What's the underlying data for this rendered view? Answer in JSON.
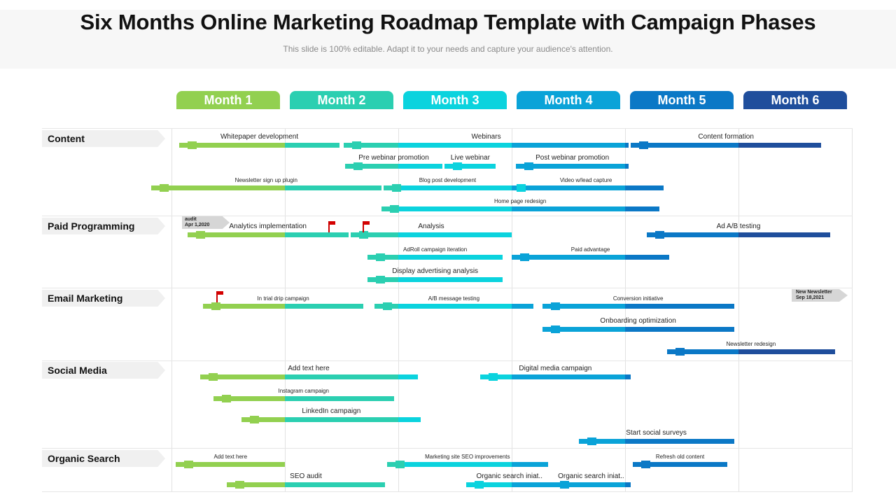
{
  "title": "Six Months Online Marketing Roadmap Template with Campaign Phases",
  "subtitle": "This slide is 100% editable. Adapt it to your needs and capture your audience's attention.",
  "colors": {
    "m1": "#92d050",
    "m2": "#2bcfb1",
    "m3": "#0bd3de",
    "m4": "#0aa3d8",
    "m5": "#0b78c6",
    "m6": "#1f4e9c"
  },
  "months": [
    "Month 1",
    "Month 2",
    "Month 3",
    "Month 4",
    "Month 5",
    "Month 6"
  ],
  "categories": [
    "Content",
    "Paid Programming",
    "Email Marketing",
    "Social Media",
    "Organic Search"
  ],
  "callouts": {
    "audit": {
      "line1": "audit",
      "line2": "Apr 1,2020"
    },
    "newsletter": {
      "line1": "New Newsletter",
      "line2": "Sep 18,2021"
    }
  },
  "tasks": [
    {
      "label": "Whitepaper development",
      "start": 0.07,
      "end": 1.48,
      "row": 0
    },
    {
      "label": "Webinars",
      "start": 1.52,
      "end": 4.03,
      "row": 0
    },
    {
      "label": "Content formation",
      "start": 4.05,
      "end": 5.73,
      "row": 0
    },
    {
      "label": "Pre webinar promotion",
      "start": 1.53,
      "end": 2.39,
      "row": 1
    },
    {
      "label": "Live webinar",
      "start": 2.41,
      "end": 2.86,
      "row": 1
    },
    {
      "label": "Post webinar promotion",
      "start": 3.04,
      "end": 4.03,
      "row": 1
    },
    {
      "label": "Newsletter  sign up plugin",
      "start": -0.18,
      "end": 1.85,
      "row": 2
    },
    {
      "label": "Blog post development",
      "start": 1.87,
      "end": 3.0,
      "row": 2
    },
    {
      "label": "Video w/lead capture",
      "start": 2.97,
      "end": 4.34,
      "row": 2
    },
    {
      "label": "Home page  redesign",
      "start": 1.85,
      "end": 4.3,
      "row": 3
    },
    {
      "label": "Analytics implementation",
      "start": 0.14,
      "end": 1.56,
      "row": 4
    },
    {
      "label": "Analysis",
      "start": 1.58,
      "end": 3.0,
      "row": 4
    },
    {
      "label": "Ad A/B testing",
      "start": 4.19,
      "end": 5.81,
      "row": 4
    },
    {
      "label": "AdRoll campaign  iteration",
      "start": 1.73,
      "end": 2.92,
      "row": 5
    },
    {
      "label": "Paid advantage",
      "start": 3.0,
      "end": 4.39,
      "row": 5
    },
    {
      "label": "Display advertising analysis",
      "start": 1.73,
      "end": 2.92,
      "row": 6
    },
    {
      "label": "In trial  drip campaign",
      "start": 0.28,
      "end": 1.69,
      "row": 7
    },
    {
      "label": "A/B message  testing",
      "start": 1.79,
      "end": 3.19,
      "row": 7
    },
    {
      "label": "Conversion initiative",
      "start": 3.27,
      "end": 4.96,
      "row": 7
    },
    {
      "label": "Onboarding optimization",
      "start": 3.27,
      "end": 4.96,
      "row": 8
    },
    {
      "label": "Newsletter  redesign",
      "start": 4.37,
      "end": 5.85,
      "row": 9
    },
    {
      "label": "Add text here",
      "start": 0.25,
      "end": 2.17,
      "row": 10
    },
    {
      "label": "Digital media campaign",
      "start": 2.72,
      "end": 4.05,
      "row": 10
    },
    {
      "label": "Instagram  campaign",
      "start": 0.37,
      "end": 1.96,
      "row": 11
    },
    {
      "label": "LinkedIn campaign",
      "start": 0.62,
      "end": 2.2,
      "row": 12
    },
    {
      "label": "Start social surveys",
      "start": 3.59,
      "end": 4.96,
      "row": 13
    },
    {
      "label": "Add text here",
      "start": 0.04,
      "end": 1.0,
      "row": 14
    },
    {
      "label": "Marketing site  SEO improvements",
      "start": 1.9,
      "end": 3.32,
      "row": 14
    },
    {
      "label": "Refresh old content",
      "start": 4.07,
      "end": 4.9,
      "row": 14
    },
    {
      "label": "SEO audit",
      "start": 0.49,
      "end": 1.88,
      "row": 15
    },
    {
      "label": "Organic search  iniat..",
      "start": 2.6,
      "end": 3.36,
      "row": 15
    },
    {
      "label": "Organic search  iniat..",
      "start": 3.35,
      "end": 4.05,
      "row": 15
    }
  ]
}
